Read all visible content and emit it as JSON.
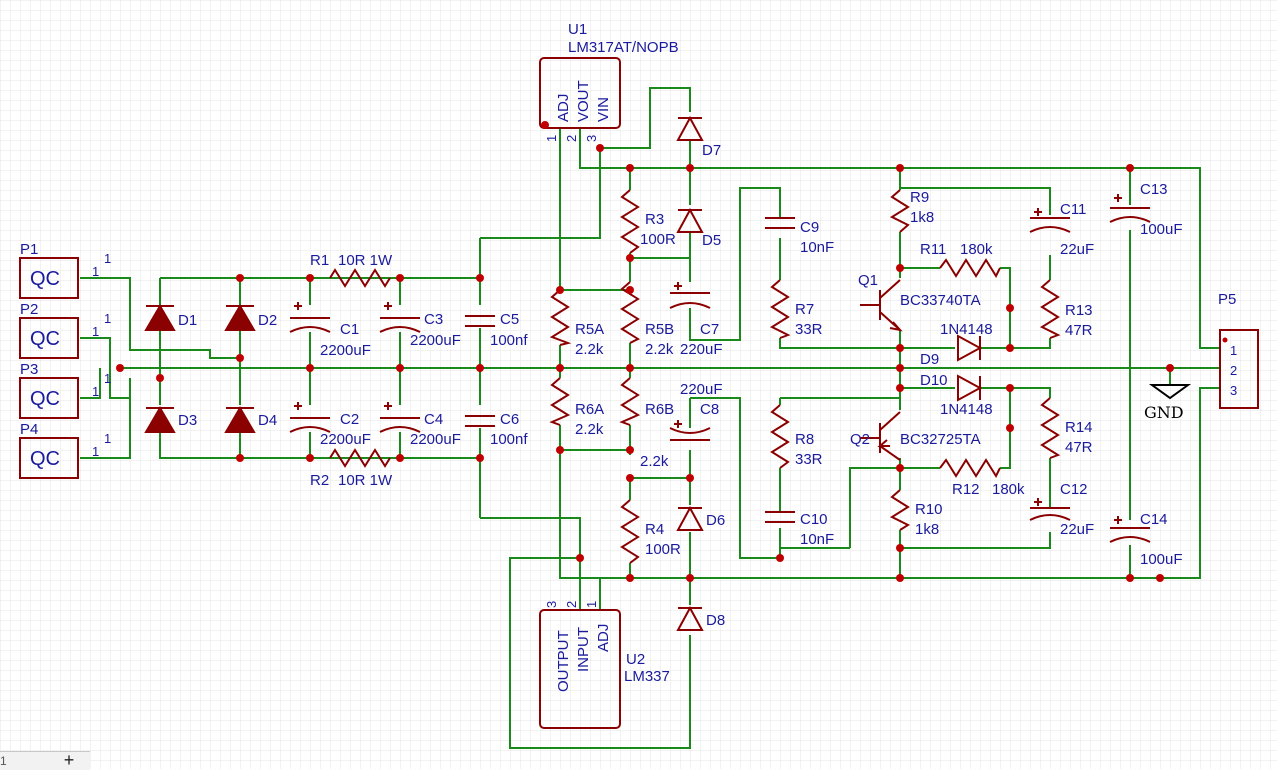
{
  "colors": {
    "wire": "#1a8a1a",
    "component": "#8b0000",
    "text": "#1a1a9c",
    "junction": "#c00000",
    "grid": "#e6e6e6"
  },
  "regulators": {
    "u1": {
      "ref": "U1",
      "value": "LM317AT/NOPB",
      "pins": [
        "ADJ",
        "VOUT",
        "VIN"
      ],
      "pin_numbers": [
        "1",
        "2",
        "3"
      ]
    },
    "u2": {
      "ref": "U2",
      "value": "LM337",
      "pins": [
        "OUTPUT",
        "INPUT",
        "ADJ"
      ],
      "pin_numbers": [
        "3",
        "2",
        "1"
      ]
    }
  },
  "connectors": [
    {
      "ref": "P1",
      "label": "QC",
      "pin": "1"
    },
    {
      "ref": "P2",
      "label": "QC",
      "pin": "1"
    },
    {
      "ref": "P3",
      "label": "QC",
      "pin": "1"
    },
    {
      "ref": "P4",
      "label": "QC",
      "pin": "1"
    }
  ],
  "p5": {
    "ref": "P5",
    "pins": [
      "1",
      "2",
      "3"
    ]
  },
  "gnd": "GND",
  "diodes": [
    "D1",
    "D2",
    "D3",
    "D4",
    "D5",
    "D6",
    "D7",
    "D8"
  ],
  "resistors": {
    "r1": {
      "ref": "R1",
      "value": "10R 1W"
    },
    "r2": {
      "ref": "R2",
      "value": "10R 1W"
    },
    "r3": {
      "ref": "R3",
      "value": "100R"
    },
    "r4": {
      "ref": "R4",
      "value": "100R"
    },
    "r5a": {
      "ref": "R5A",
      "value": "2.2k"
    },
    "r5b": {
      "ref": "R5B",
      "value": "2.2k"
    },
    "r6a": {
      "ref": "R6A",
      "value": "2.2k"
    },
    "r6b": {
      "ref": "R6B",
      "value": "2.2k"
    },
    "r7": {
      "ref": "R7",
      "value": "33R"
    },
    "r8": {
      "ref": "R8",
      "value": "33R"
    },
    "r9": {
      "ref": "R9",
      "value": "1k8"
    },
    "r10": {
      "ref": "R10",
      "value": "1k8"
    },
    "r11": {
      "ref": "R11",
      "value": "180k"
    },
    "r12": {
      "ref": "R12",
      "value": "180k"
    },
    "r13": {
      "ref": "R13",
      "value": "47R"
    },
    "r14": {
      "ref": "R14",
      "value": "47R"
    }
  },
  "capacitors": {
    "c1": {
      "ref": "C1",
      "value": "2200uF"
    },
    "c2": {
      "ref": "C2",
      "value": "2200uF"
    },
    "c3": {
      "ref": "C3",
      "value": "2200uF"
    },
    "c4": {
      "ref": "C4",
      "value": "2200uF"
    },
    "c5": {
      "ref": "C5",
      "value": "100nf"
    },
    "c6": {
      "ref": "C6",
      "value": "100nf"
    },
    "c7": {
      "ref": "C7",
      "value": "220uF"
    },
    "c8": {
      "ref": "C8",
      "value": "220uF"
    },
    "c9": {
      "ref": "C9",
      "value": "10nF"
    },
    "c10": {
      "ref": "C10",
      "value": "10nF"
    },
    "c11": {
      "ref": "C11",
      "value": "22uF"
    },
    "c12": {
      "ref": "C12",
      "value": "22uF"
    },
    "c13": {
      "ref": "C13",
      "value": "100uF"
    },
    "c14": {
      "ref": "C14",
      "value": "100uF"
    }
  },
  "transistors": {
    "q1": {
      "ref": "Q1",
      "value": "BC33740TA"
    },
    "q2": {
      "ref": "Q2",
      "value": "BC32725TA"
    }
  },
  "signal_diodes": {
    "d9": {
      "ref": "D9",
      "value": "1N4148"
    },
    "d10": {
      "ref": "D10",
      "value": "1N4148"
    }
  },
  "tabbar": {
    "left_text": "1",
    "add_label": "+"
  }
}
